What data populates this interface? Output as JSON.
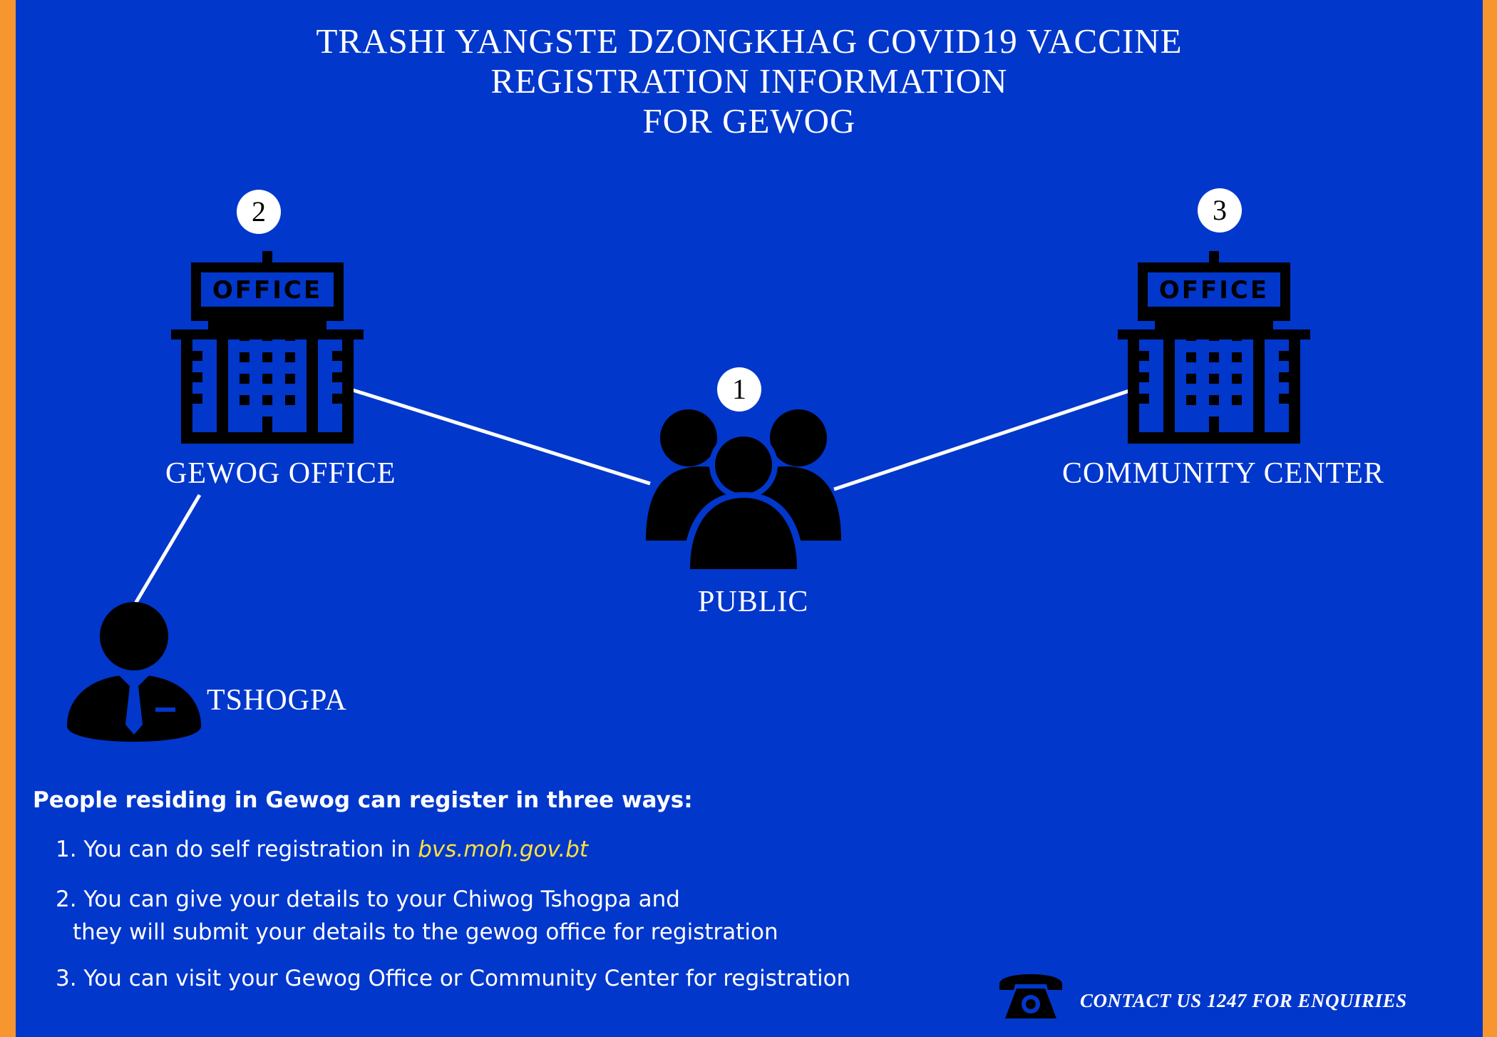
{
  "title": {
    "line1": "TRASHI YANGSTE DZONGKHAG COVID19 VACCINE",
    "line2": "REGISTRATION INFORMATION",
    "line3": "FOR GEWOG"
  },
  "nodes": {
    "public": {
      "badge": "1",
      "label": "PUBLIC"
    },
    "gewog_office": {
      "badge": "2",
      "label": "GEWOG OFFICE",
      "sign": "OFFICE"
    },
    "community_center": {
      "badge": "3",
      "label": "COMMUNITY CENTER",
      "sign": "OFFICE"
    },
    "tshogpa": {
      "label": "TSHOGPA"
    }
  },
  "info": {
    "heading": "People residing in Gewog can register in three ways:",
    "item1_text": "1. You can do self registration in ",
    "item1_link": "bvs.moh.gov.bt",
    "item2_line1": "2. You can give your details to your Chiwog Tshogpa and",
    "item2_line2": "they will submit your details to the gewog office for registration",
    "item3": "3. You can visit your Gewog Office or Community Center for registration"
  },
  "contact": {
    "text": "CONTACT US 1247 FOR ENQUIRIES",
    "icon": "telephone-icon"
  },
  "colors": {
    "background": "#0237cc",
    "border": "#f7962f",
    "link": "#ffe23a",
    "text": "#ffffff",
    "icon": "#000000"
  }
}
